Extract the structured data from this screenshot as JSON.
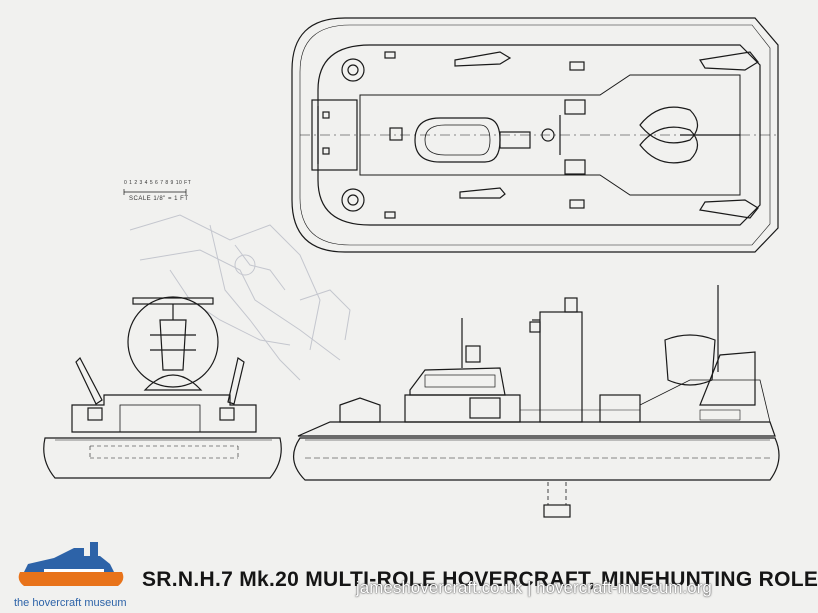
{
  "drawing": {
    "title": "SR.N.H.7 Mk.20 MULTI-ROLE HOVERCRAFT, MINEHUNTING ROLE",
    "scale_bar": "0 1 2 3 4 5 6 7 8 9 10 FT",
    "scale_label": "SCALE 1/8\" = 1 FT",
    "watermark": "jameshovercraft.co.uk | hovercraft-museum.org",
    "logo_text": "the hovercraft museum",
    "colors": {
      "paper": "#f1f1ef",
      "ink": "#1a1a1a",
      "ghost": "#b9bcc6",
      "logo_blue": "#2d63a8",
      "logo_orange": "#e8731a"
    }
  }
}
